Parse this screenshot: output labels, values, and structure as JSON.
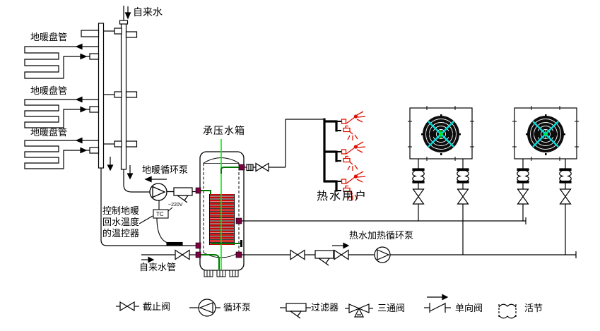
{
  "labels": {
    "tap_water_top": "自来水",
    "floor_coil_1": "地暖盘管",
    "floor_coil_2": "地暖盘管",
    "floor_coil_3": "地暖盘管",
    "floor_pump": "地暖循环泵",
    "tank": "承压水箱",
    "thermostat_line1": "控制地暖",
    "thermostat_line2": "回水温度",
    "thermostat_line3": "的温控器",
    "tc_box": "TC",
    "voltage": "~220V",
    "tap_water_pipe": "自来水管",
    "hot_water_users": "热水用户",
    "hw_heating_pump": "热水加热循环泵"
  },
  "legend": {
    "items": [
      {
        "symbol": "stop-valve",
        "label": "截止阀"
      },
      {
        "symbol": "circulation-pump",
        "label": "循环泵"
      },
      {
        "symbol": "filter",
        "label": "过滤器"
      },
      {
        "symbol": "three-way-valve",
        "label": "三通阀"
      },
      {
        "symbol": "check-valve",
        "label": "单向阀"
      },
      {
        "symbol": "union-joint",
        "label": "活节"
      }
    ]
  },
  "colors": {
    "line_black": "#000000",
    "coil_red": "#cc0000",
    "fixture_red": "#dd1100",
    "pipe_green": "#007700",
    "centerline_green": "#00ee00",
    "port_purple": "#7a0040",
    "fan_cyan": "#00dede",
    "drain_blue": "#0000bb",
    "background": "#ffffff"
  }
}
